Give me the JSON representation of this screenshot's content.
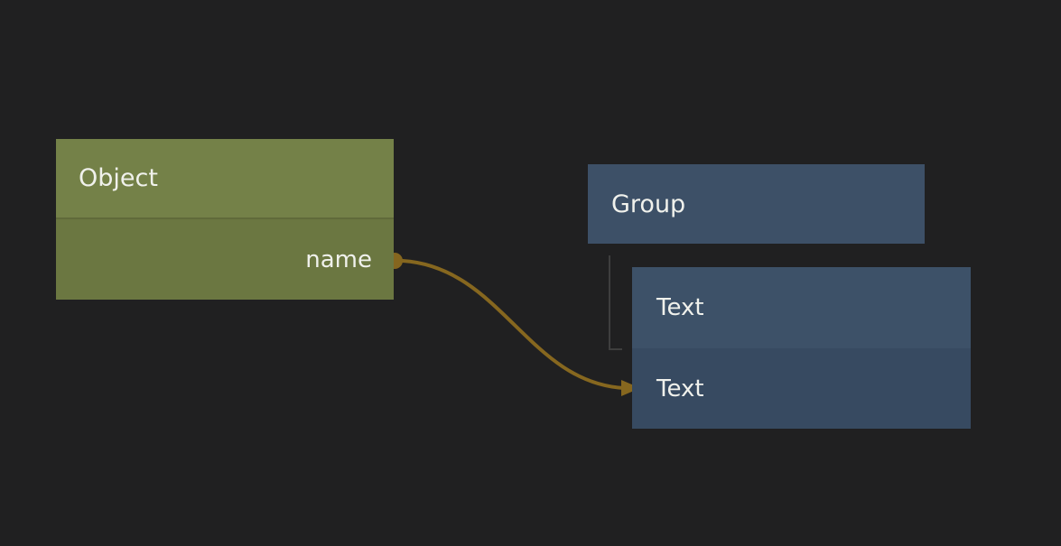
{
  "canvas": {
    "background_color": "#202021",
    "text_color": "#f0f1ec"
  },
  "nodes": {
    "object": {
      "title": "Object",
      "header_color": "#748148",
      "body_color": "#6b7741",
      "output_field": {
        "label": "name",
        "port_color": "#85661f"
      }
    },
    "group": {
      "title": "Group",
      "color": "#3d5067"
    },
    "text_item": {
      "rows": [
        {
          "label": "Text",
          "color": "#3d5168"
        },
        {
          "label": "Text",
          "color": "#374a61"
        }
      ]
    }
  },
  "connection": {
    "from": "Object.name",
    "to": "Text",
    "color": "#86671f"
  },
  "hierarchy_line": {
    "from": "Group",
    "to": "Text",
    "color": "#3e3e3e"
  }
}
